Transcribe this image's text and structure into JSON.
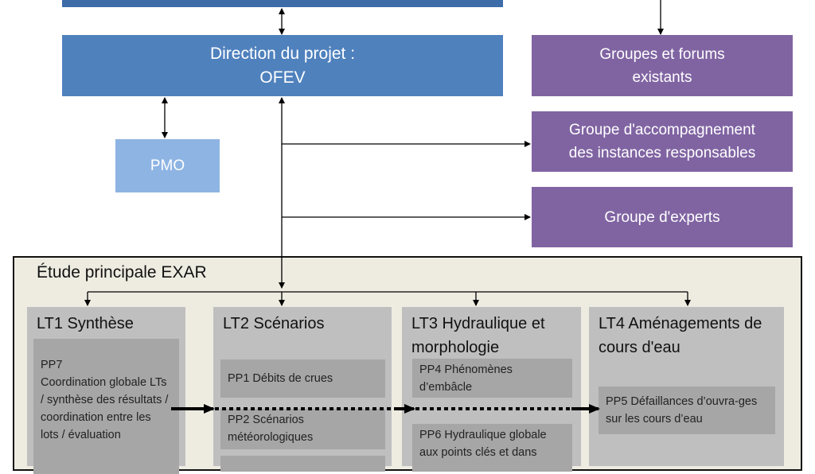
{
  "direction": {
    "line1": "Direction du projet :",
    "line2": "OFEV"
  },
  "pmo": "PMO",
  "groups": [
    {
      "line1": "Groupes et forums",
      "line2": "existants"
    },
    {
      "line1": "Groupe d'accompagnement",
      "line2": "des instances responsables"
    },
    {
      "line1": "Groupe d'experts",
      "line2": ""
    }
  ],
  "exar": {
    "title": "Étude principale EXAR",
    "lots": [
      {
        "title": "LT1 Synthèse",
        "packages": [
          "PP7\nCoordination globale LTs / synthèse des résultats / coordination entre les lots / évaluation"
        ]
      },
      {
        "title": "LT2 Scénarios",
        "packages": [
          "PP1 Débits de crues",
          "PP2 Scénarios météorologiques",
          ""
        ]
      },
      {
        "title": "LT3 Hydraulique et morphologie",
        "packages": [
          "PP4 Phénomènes d’embâcle",
          "PP6 Hydraulique globale aux points clés et dans"
        ]
      },
      {
        "title": "LT4 Aménagements de cours d'eau",
        "packages": [
          "PP5 Défaillances d’ouvra-ges sur les cours d’eau"
        ]
      }
    ]
  },
  "colors": {
    "blue": "#4f81bd",
    "purple": "#8064a2",
    "pmo": "#8eb4e3",
    "lot": "#bfbfbf",
    "package": "#a6a6a6",
    "exar_bg": "#eeece1"
  }
}
